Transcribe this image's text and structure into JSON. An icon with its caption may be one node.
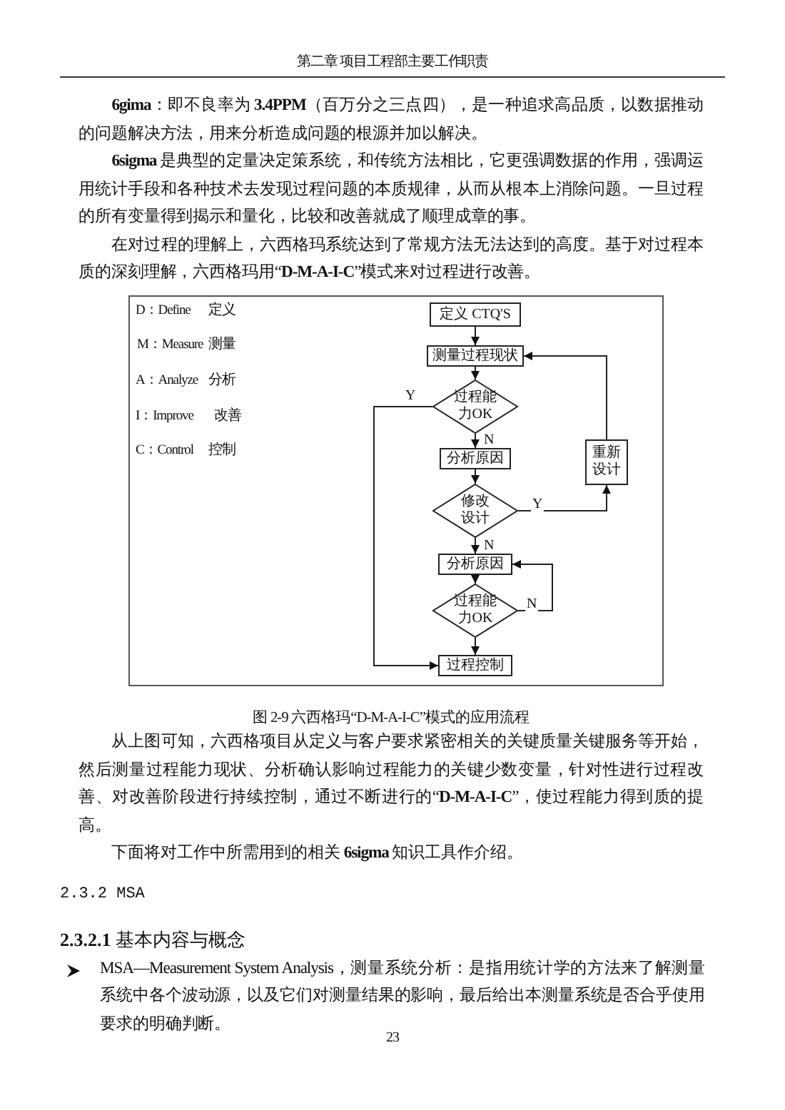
{
  "diagram": {
    "caption": "图 2-9 六西格玛“D-M-A-I-C”模式的应用流程",
    "nodes": [
      {
        "text": [],
        "shape": "box"
      },
      {
        "text": [
          "定义 CTQ'S"
        ],
        "in": 0
      },
      {
        "text": [
          "测量过程现状"
        ],
        "in": 0
      },
      {
        "text": [
          "过程能力OK"
        ],
        "in": 0
      },
      {
        "text": [
          "分析原因"
        ],
        "in": 0
      },
      {
        "text": [
          "修改设计"
        ],
        "in": 0
      },
      {
        "text": [
          "分析原因"
        ],
        "in": 0
      },
      {
        "text": [
          "过程能力OK"
        ],
        "in": 0
      },
      {
        "text": [
          "过程控制"
        ],
        "in": 0
      },
      {
        "text": [
          "重新设计"
        ],
        "in": 0
      }
    ],
    "edges": [
      {
        "from": 1,
        "to": 2,
        "arrow": "to"
      },
      {
        "from": 2,
        "to": 3,
        "arrow": "to"
      },
      {
        "from": 3,
        "to": 4,
        "arrow": "to",
        "label": "N"
      },
      {
        "from": 3,
        "to": 8,
        "arrow": "to",
        "label": "Y"
      },
      {
        "from": 4,
        "to": 5,
        "arrow": "to"
      },
      {
        "from": 5,
        "to": 6,
        "arrow": "to",
        "label": "N"
      },
      {
        "from": 5,
        "to": 9,
        "arrow": "to",
        "label": "Y"
      },
      {
        "from": 9,
        "to": 2,
        "arrow": "to"
      },
      {
        "from": 6,
        "to": 7,
        "arrow": "to"
      },
      {
        "from": 7,
        "to": 6,
        "arrow": "to",
        "label": "N"
      },
      {
        "from": 7,
        "to": 8,
        "arrow": "to"
      }
    ],
    "labels": [
      "第二章 项目工程部主要工作职责",
      "**6gima**：即不良率为 **3.4PPM**（百万分之三点四），是一种追求高品质，以数据推动的问题解决方法，用来分析造成问题的根源并加以解决。",
      "**6sigma** 是典型的定量决定策系统，和传统方法相比，它更强调数据的作用，强调运用统计手段和各种技术去发现过程问题的本质规律，从而从根本上消除问题。一旦过程的所有变量得到揭示和量化，比较和改善就成了顺理成章的事。",
      "在对过程的理解上，六西格玛系统达到了常规方法无法达到的高度。基于对过程本质的深刻理解，六西格玛用“**D-M-A-I-C**”模式来对过程进行改善。",
      "D：Define",
      "定义",
      "M：Measure",
      "测量",
      "A：Analyze",
      "分析",
      "I：Improve",
      "改善",
      "C：Control",
      "控制",
      "从上图可知，六西格项目从定义与客户要求紧密相关的关键质量关键服务等开始，然后测量过程能力现状、分析确认影响过程能力的关键少数变量，针对性进行过程改善、对改善阶段进行持续控制，通过不断进行的“**D-M-A-I-C**”，使过程能力得到质的提高。",
      "下面将对工作中所需用到的相关 **6sigma** 知识工具作介绍。",
      "2.3.2 MSA",
      "**2.3.2.1** 基本内容与概念",
      "MSA—Measurement System Analysis，测量系统分析：是指用统计学的方法来了解测量系统中各个波动源，以及它们对测量结果的影响，最后给出本测量系统是否合乎使用要求的明确判断。",
      "23"
    ]
  }
}
